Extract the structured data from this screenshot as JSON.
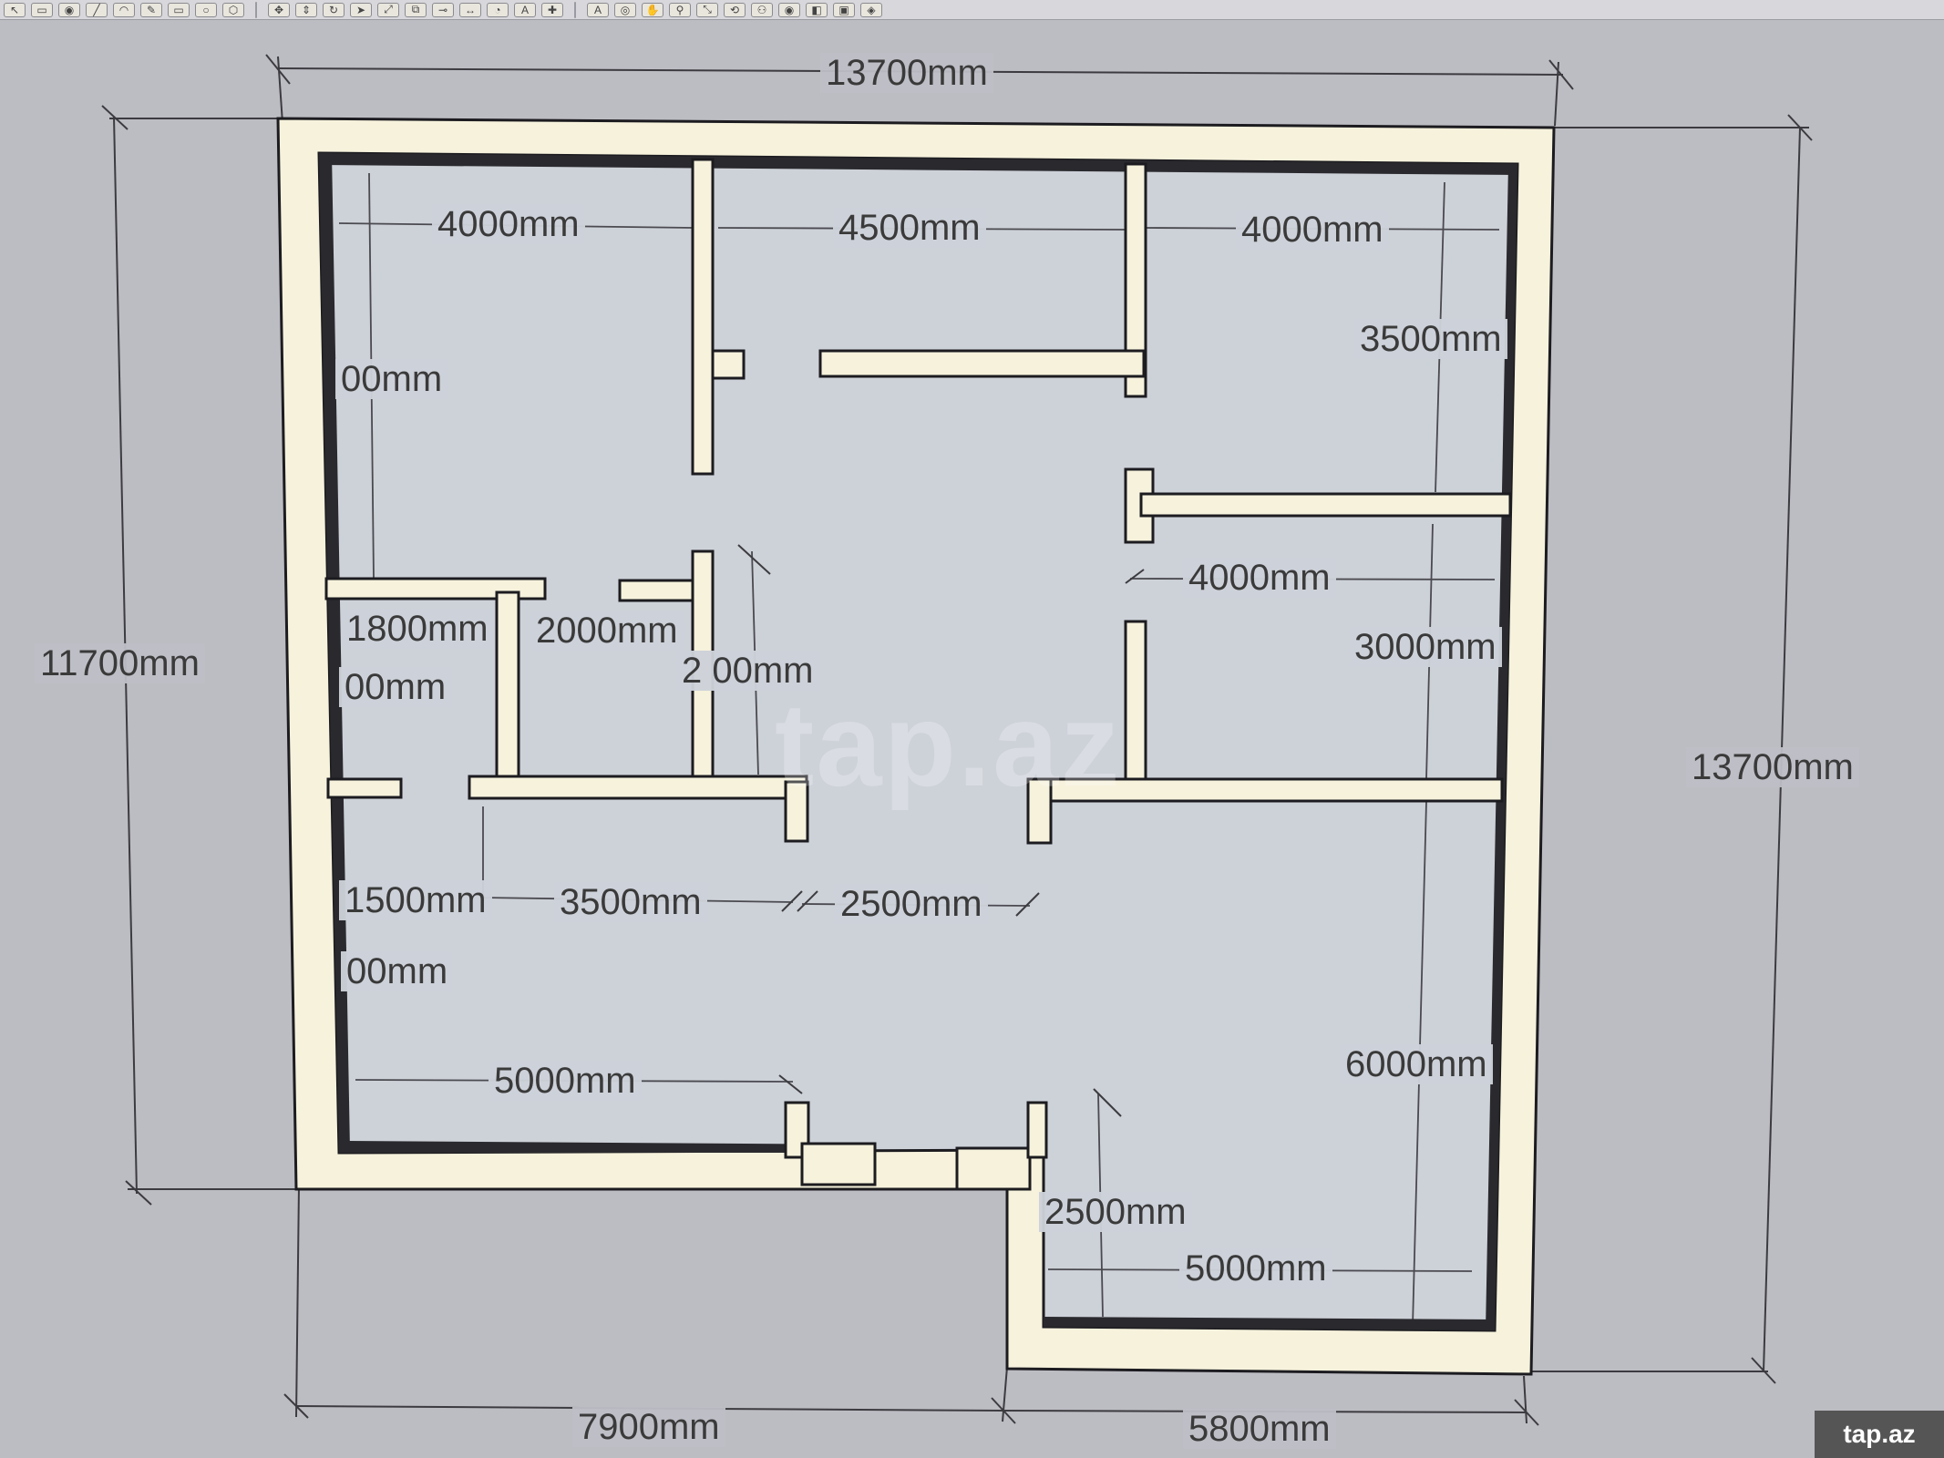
{
  "toolbar": {
    "icons": [
      "select-icon",
      "eraser-icon",
      "paint-icon",
      "line-icon",
      "arc-icon",
      "pencil-icon",
      "rectangle-icon",
      "circle-icon",
      "polygon-icon",
      "move-icon",
      "push-pull-icon",
      "rotate-icon",
      "follow-me-icon",
      "scale-icon",
      "offset-icon",
      "tape-measure-icon",
      "dimension-icon",
      "protractor-icon",
      "text-icon",
      "axes-icon",
      "3d-text-icon",
      "orbit-icon",
      "pan-icon",
      "zoom-icon",
      "zoom-extents-icon",
      "previous-view-icon",
      "walk-icon",
      "look-around-icon",
      "section-icon",
      "components-icon",
      "styles-icon"
    ]
  },
  "dimensions": {
    "top_width": "13700mm",
    "left_height": "11700mm",
    "right_height": "13700mm",
    "bottom_left_width": "7900mm",
    "bottom_right_width": "5800mm",
    "room_a_width": "4000mm",
    "room_b_width": "4500mm",
    "room_c_width": "4000mm",
    "room_c_height": "3500mm",
    "room_a_height_partial": "00mm",
    "room_d_width": "4000mm",
    "room_d_height": "3000mm",
    "bath_width": "1800mm",
    "wc_width": "2000mm",
    "wc_height_partial": "2  00mm",
    "bath_height_partial": "00mm",
    "corridor_a": "1500mm",
    "corridor_b": "3500mm",
    "corridor_c": "2500mm",
    "living_height_partial": "00mm",
    "living_width": "5000mm",
    "room_e_height": "6000mm",
    "porch_depth": "2500mm",
    "porch_width": "5000mm"
  },
  "watermark": "tap.az",
  "logo": "tap.az",
  "colors": {
    "background": "#bcbcc3",
    "floor": "#cdd1d8",
    "wall_fill": "#f6f2dc",
    "wall_shadow": "#2a2a2e"
  }
}
